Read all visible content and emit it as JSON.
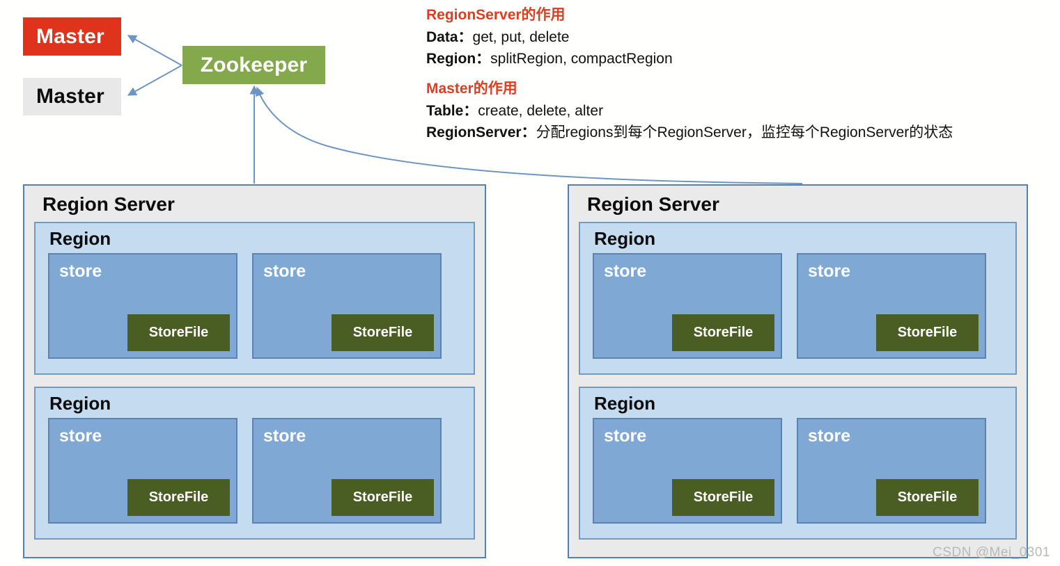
{
  "nodes": {
    "master_active": "Master",
    "master_standby": "Master",
    "zookeeper": "Zookeeper"
  },
  "colors": {
    "master_active_bg": "#E0331B",
    "master_standby_bg": "#E8E8E8",
    "zookeeper_bg": "#84A94C",
    "region_server_bg": "#EAEAEA",
    "region_server_border": "#4F81BD",
    "region_bg": "#C5DCF0",
    "store_bg": "#7FA9D4",
    "storefile_bg": "#4A5D23",
    "heading_red": "#E03C20",
    "arrow": "#6B95C4"
  },
  "annotations": [
    {
      "heading": "RegionServer的作用",
      "lines": [
        {
          "label": "Data：",
          "value": "get, put, delete"
        },
        {
          "label": "Region：",
          "value": "splitRegion, compactRegion"
        }
      ]
    },
    {
      "heading": "Master的作用",
      "lines": [
        {
          "label": "Table：",
          "value": "create, delete, alter"
        },
        {
          "label": "RegionServer：",
          "value": "分配regions到每个RegionServer，监控每个RegionServer的状态"
        }
      ]
    }
  ],
  "region_servers": [
    {
      "title": "Region Server",
      "regions": [
        {
          "title": "Region",
          "stores": [
            {
              "title": "store",
              "storefile": "StoreFile"
            },
            {
              "title": "store",
              "storefile": "StoreFile"
            }
          ]
        },
        {
          "title": "Region",
          "stores": [
            {
              "title": "store",
              "storefile": "StoreFile"
            },
            {
              "title": "store",
              "storefile": "StoreFile"
            }
          ]
        }
      ]
    },
    {
      "title": "Region Server",
      "regions": [
        {
          "title": "Region",
          "stores": [
            {
              "title": "store",
              "storefile": "StoreFile"
            },
            {
              "title": "store",
              "storefile": "StoreFile"
            }
          ]
        },
        {
          "title": "Region",
          "stores": [
            {
              "title": "store",
              "storefile": "StoreFile"
            },
            {
              "title": "store",
              "storefile": "StoreFile"
            }
          ]
        }
      ]
    }
  ],
  "watermark": "CSDN @Mei_0301"
}
